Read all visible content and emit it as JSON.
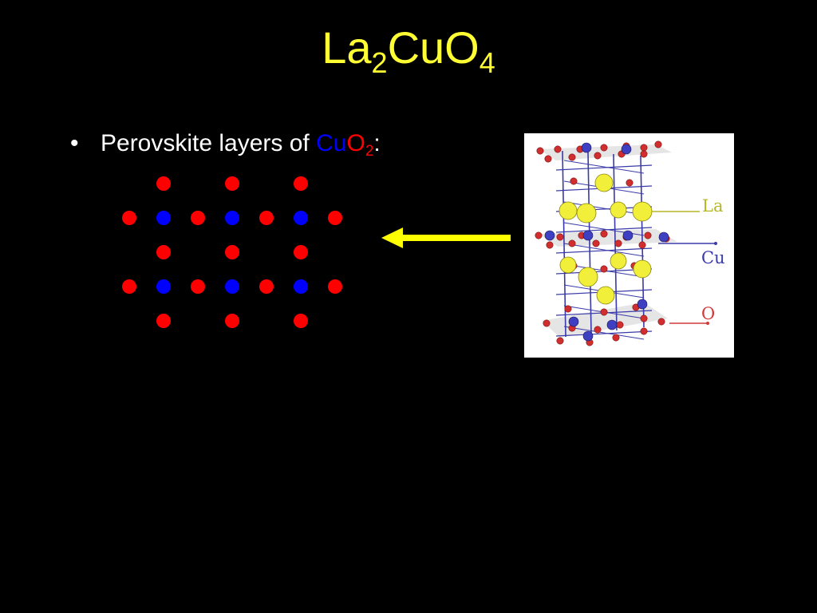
{
  "title": {
    "main": "La",
    "sub1": "2",
    "mid": "CuO",
    "sub2": "4",
    "color": "#ffff33"
  },
  "bullet": {
    "marker": "•",
    "text": "Perovskite layers of ",
    "formula_cu": "Cu",
    "formula_o": "O",
    "formula_sub": "2",
    "suffix": ":",
    "cu_color": "#0000ff",
    "o_color": "#ff0000"
  },
  "lattice": {
    "cu_color": "#0000ff",
    "o_color": "#ff0000",
    "rows": [
      [
        "gap",
        "O",
        "gap",
        "O",
        "gap",
        "O",
        "gap"
      ],
      [
        "O",
        "Cu",
        "O",
        "Cu",
        "O",
        "Cu",
        "O"
      ],
      [
        "gap",
        "O",
        "gap",
        "O",
        "gap",
        "O",
        "gap"
      ],
      [
        "O",
        "Cu",
        "O",
        "Cu",
        "O",
        "Cu",
        "O"
      ],
      [
        "gap",
        "O",
        "gap",
        "O",
        "gap",
        "O",
        "gap"
      ]
    ]
  },
  "arrow": {
    "color": "#ffff00",
    "direction": "left"
  },
  "crystal": {
    "labels": {
      "la": {
        "text": "La",
        "color": "#b5b52a"
      },
      "cu": {
        "text": "Cu",
        "color": "#3a3aa8"
      },
      "o": {
        "text": "O",
        "color": "#d23a3a"
      }
    }
  }
}
